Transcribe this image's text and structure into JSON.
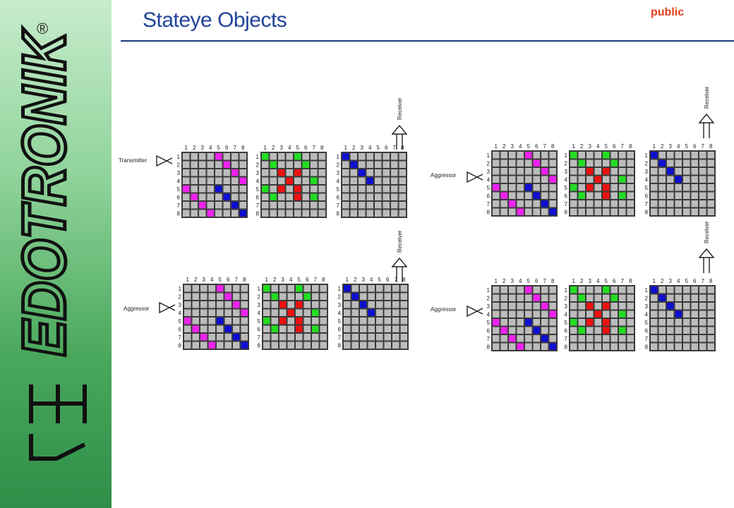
{
  "header": {
    "title": "Stateye Objects",
    "classification": "public"
  },
  "logo": {
    "wordmark": "EDOTRONIK",
    "registered_mark": "®"
  },
  "colors": {
    "title": "#21449a",
    "classification": "#e23c1e",
    "rule": "#1b3b79",
    "cell_empty": "#bcbcbc",
    "grid_line": "#3a3a3a",
    "magenta": "#ee22ee",
    "blue": "#0f0fd0",
    "green": "#22dd22",
    "red": "#ee1111"
  },
  "diagram": {
    "column_numbers": [
      "1",
      "2",
      "3",
      "4",
      "5",
      "6",
      "7",
      "8"
    ],
    "row_numbers": [
      "1",
      "2",
      "3",
      "4",
      "5",
      "6",
      "7",
      "8"
    ],
    "receiver_label": "Receiver",
    "panels": [
      {
        "source_label": "Transmitter",
        "matrices": [
          {
            "cells": [
              "....M...",
              ".....M..",
              "......M.",
              ".......M",
              "M...B...",
              ".M...B..",
              "..M...B.",
              "...M...B"
            ]
          },
          {
            "cells": [
              "G...G...",
              ".G...G..",
              "..R.R...",
              "...R..G.",
              "G.R.R...",
              ".G..R.G.",
              "........",
              "........"
            ]
          },
          {
            "cells": [
              "B.......",
              ".B......",
              "..B.....",
              "...B....",
              "........",
              "........",
              "........",
              "........"
            ]
          }
        ]
      },
      {
        "source_label": "Aggressor",
        "matrices": [
          {
            "cells": [
              "....M...",
              ".....M..",
              "......M.",
              ".......M",
              "M...B...",
              ".M...B..",
              "..M...B.",
              "...M...B"
            ]
          },
          {
            "cells": [
              "G...G...",
              ".G...G..",
              "..R.R...",
              "...R..G.",
              "G.R.R...",
              ".G..R.G.",
              "........",
              "........"
            ]
          },
          {
            "cells": [
              "B.......",
              ".B......",
              "..B.....",
              "...B....",
              "........",
              "........",
              "........",
              "........"
            ]
          }
        ]
      },
      {
        "source_label": "Aggressor",
        "matrices": [
          {
            "cells": [
              "....M...",
              ".....M..",
              "......M.",
              ".......M",
              "M...B...",
              ".M...B..",
              "..M...B.",
              "...M...B"
            ]
          },
          {
            "cells": [
              "G...G...",
              ".G...G..",
              "..R.R...",
              "...R..G.",
              "G.R.R...",
              ".G..R.G.",
              "........",
              "........"
            ]
          },
          {
            "cells": [
              "B.......",
              ".B......",
              "..B.....",
              "...B....",
              "........",
              "........",
              "........",
              "........"
            ]
          }
        ]
      },
      {
        "source_label": "Aggressor",
        "matrices": [
          {
            "cells": [
              "....M...",
              ".....M..",
              "......M.",
              ".......M",
              "M...B...",
              ".M...B..",
              "..M...B.",
              "...M...B"
            ]
          },
          {
            "cells": [
              "G...G...",
              ".G...G..",
              "..R.R...",
              "...R..G.",
              "G.R.R...",
              ".G..R.G.",
              "........",
              "........"
            ]
          },
          {
            "cells": [
              "B.......",
              ".B......",
              "..B.....",
              "...B....",
              "........",
              "........",
              "........",
              "........"
            ]
          }
        ]
      }
    ]
  }
}
